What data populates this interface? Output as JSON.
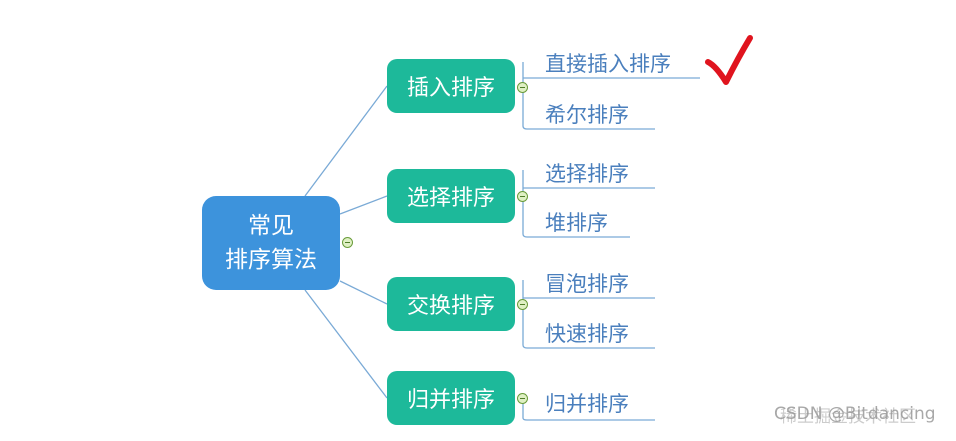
{
  "root": {
    "line1": "常见",
    "line2": "排序算法"
  },
  "branches": [
    {
      "label": "插入排序",
      "leaves": [
        "直接插入排序",
        "希尔排序"
      ]
    },
    {
      "label": "选择排序",
      "leaves": [
        "选择排序",
        "堆排序"
      ]
    },
    {
      "label": "交换排序",
      "leaves": [
        "冒泡排序",
        "快速排序"
      ]
    },
    {
      "label": "归并排序",
      "leaves": [
        "归并排序"
      ]
    }
  ],
  "colors": {
    "root": "#3d93dc",
    "branch": "#1db99a",
    "leaf_text": "#4a7fbd",
    "line": "#7aaad6",
    "checkmark": "#e0141e"
  },
  "watermark": "CSDN @Bitdancing",
  "watermark_overlay": "稀土掘金技术社区"
}
